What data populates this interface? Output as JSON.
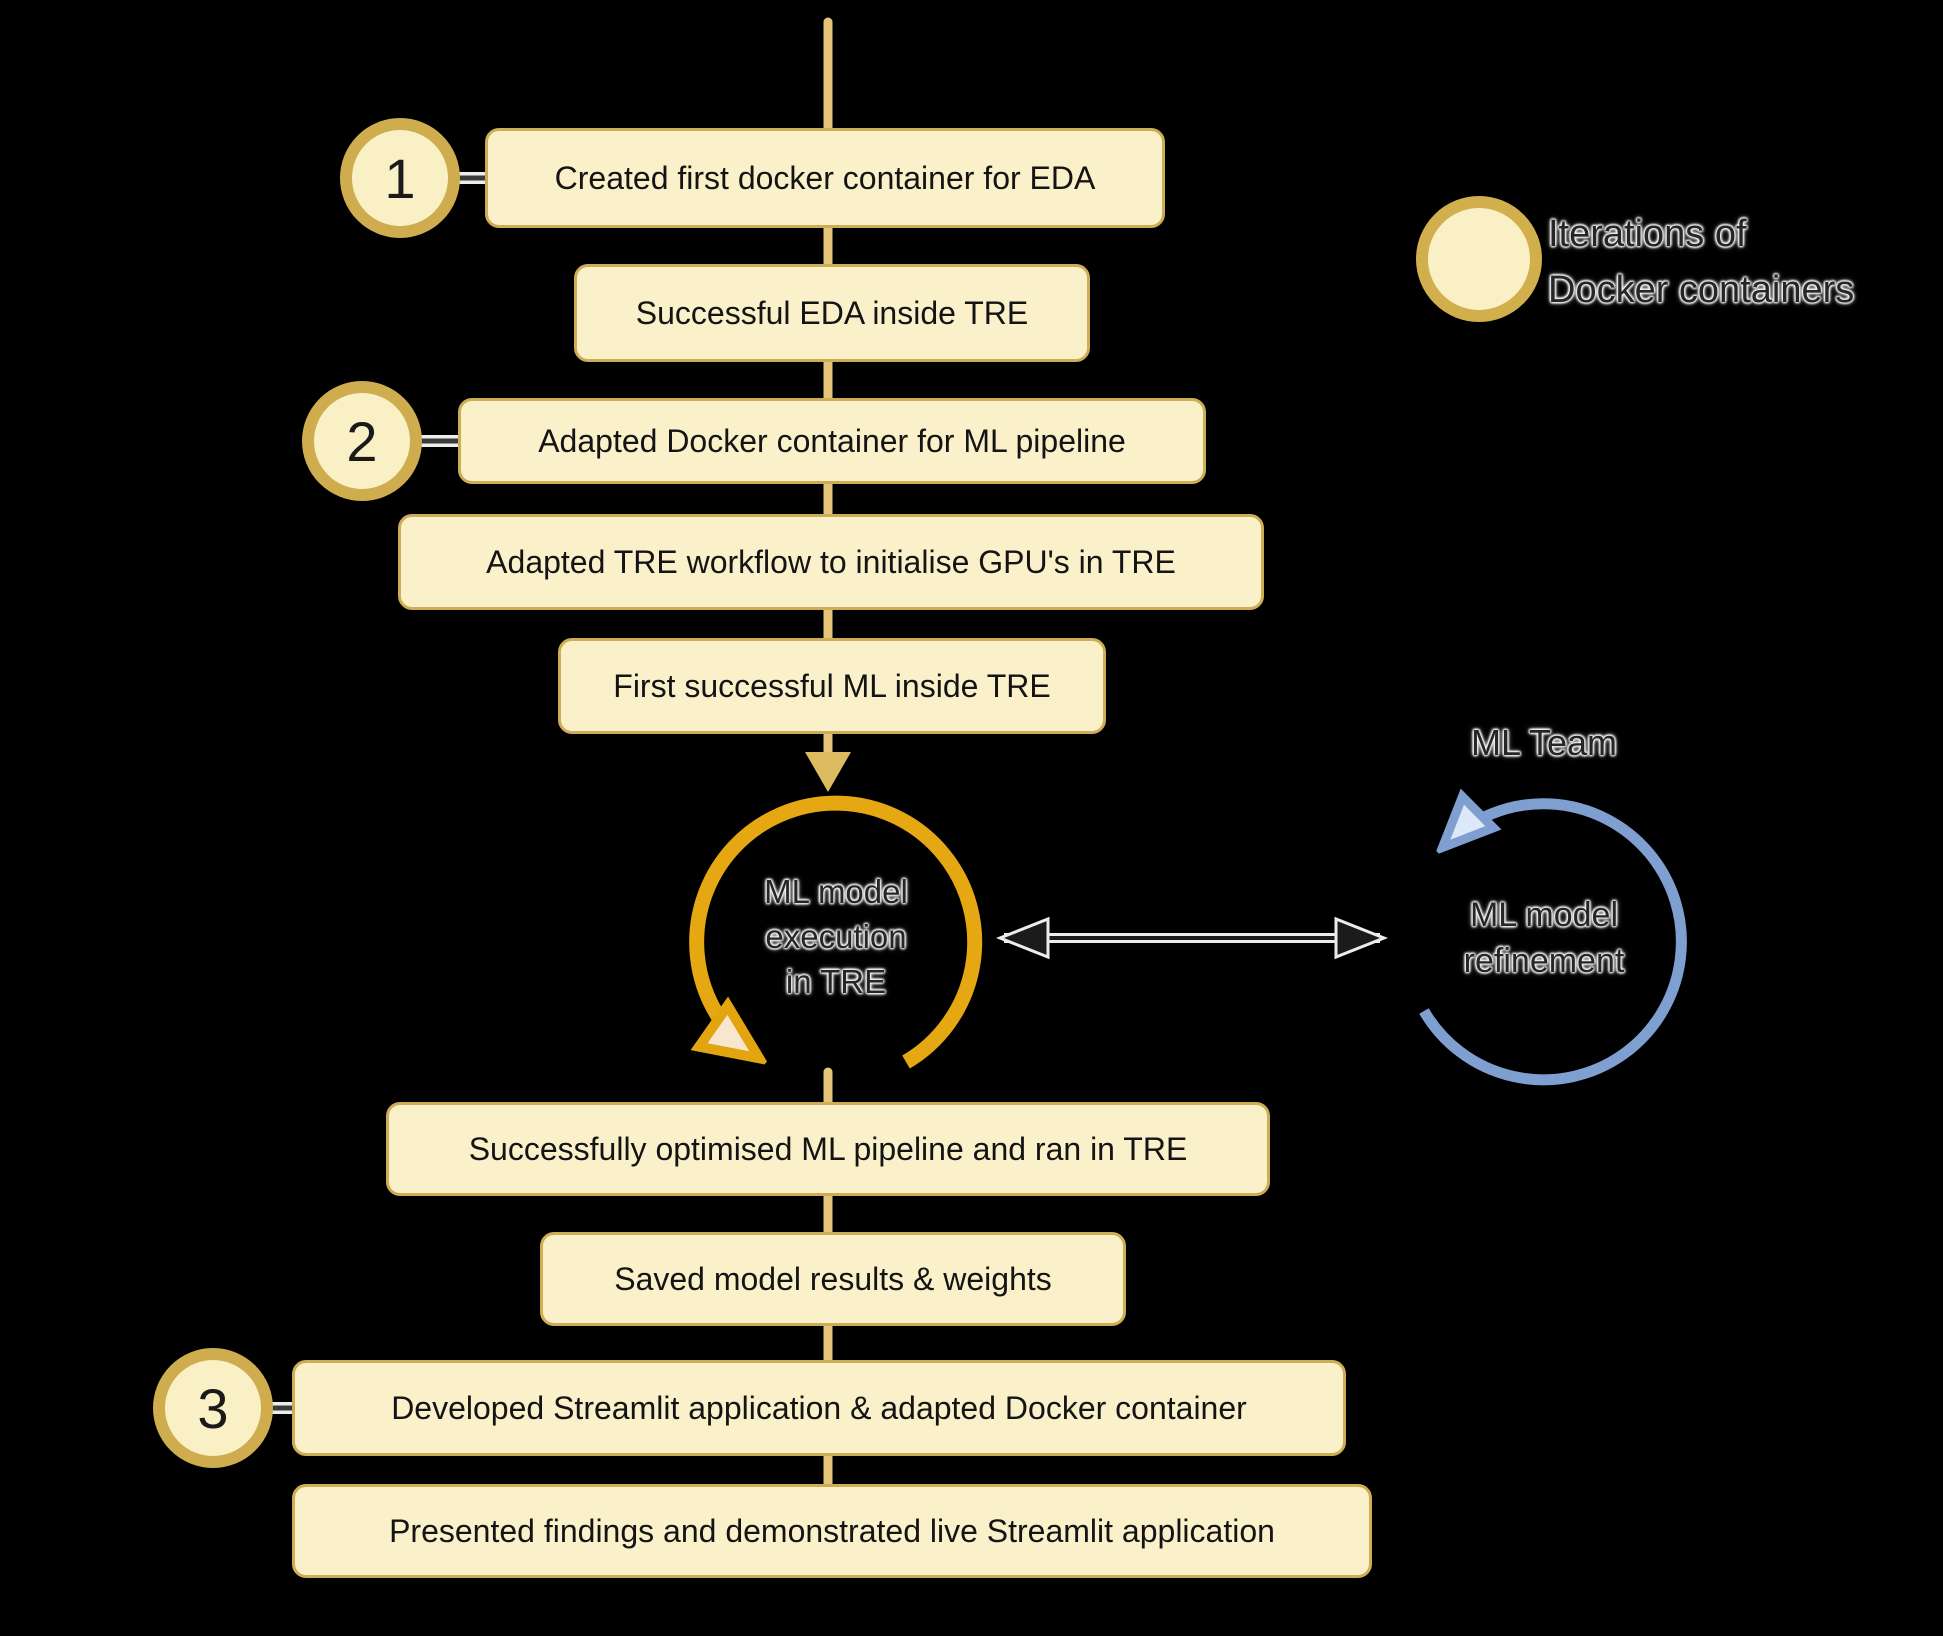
{
  "palette": {
    "background": "#000000",
    "box_fill": "#FAF0CA",
    "box_border": "#CDAE55",
    "milestone_fill": "#FAF0C6",
    "milestone_border": "#CFAC4D",
    "connector_gold": "#E5C678",
    "arrowhead_gold": "#DCBB61",
    "loop_orange": "#E5A712",
    "loop_blue": "#7F9FD1",
    "exchange_arrow_dark": "#1b1b1b",
    "text_dark": "#141414"
  },
  "icons": {
    "down_arrowhead": "solid gold triangle pointing down",
    "execution_loop_arrow": "orange circular arrow, open gap at bottom, arrowhead at lower-left",
    "refinement_loop_arrow": "blue circular arrow, open gap at upper-left, arrowhead pointing lower-left",
    "exchange_arrow": "black double-headed horizontal arrow with light outline"
  },
  "flow": {
    "steps": [
      {
        "milestone": "1",
        "label": "Created first docker container for EDA"
      },
      {
        "milestone": "",
        "label": "Successful EDA inside TRE"
      },
      {
        "milestone": "2",
        "label": "Adapted Docker container for ML pipeline"
      },
      {
        "milestone": "",
        "label": "Adapted TRE workflow to initialise GPU's in TRE"
      },
      {
        "milestone": "",
        "label": "First successful ML inside TRE"
      },
      {
        "milestone": "",
        "label": "Successfully optimised ML pipeline and ran in TRE"
      },
      {
        "milestone": "",
        "label": "Saved model results & weights"
      },
      {
        "milestone": "3",
        "label": "Developed Streamlit application & adapted Docker container"
      },
      {
        "milestone": "",
        "label": "Presented findings and demonstrated live Streamlit application"
      }
    ]
  },
  "legend": {
    "line1": "Iterations of",
    "line2": "Docker containers"
  },
  "execution_loop": {
    "line1": "ML model",
    "line2": "execution",
    "line3": "in TRE"
  },
  "refinement_loop": {
    "team_label": "ML Team",
    "line1": "ML model",
    "line2": "refinement"
  }
}
